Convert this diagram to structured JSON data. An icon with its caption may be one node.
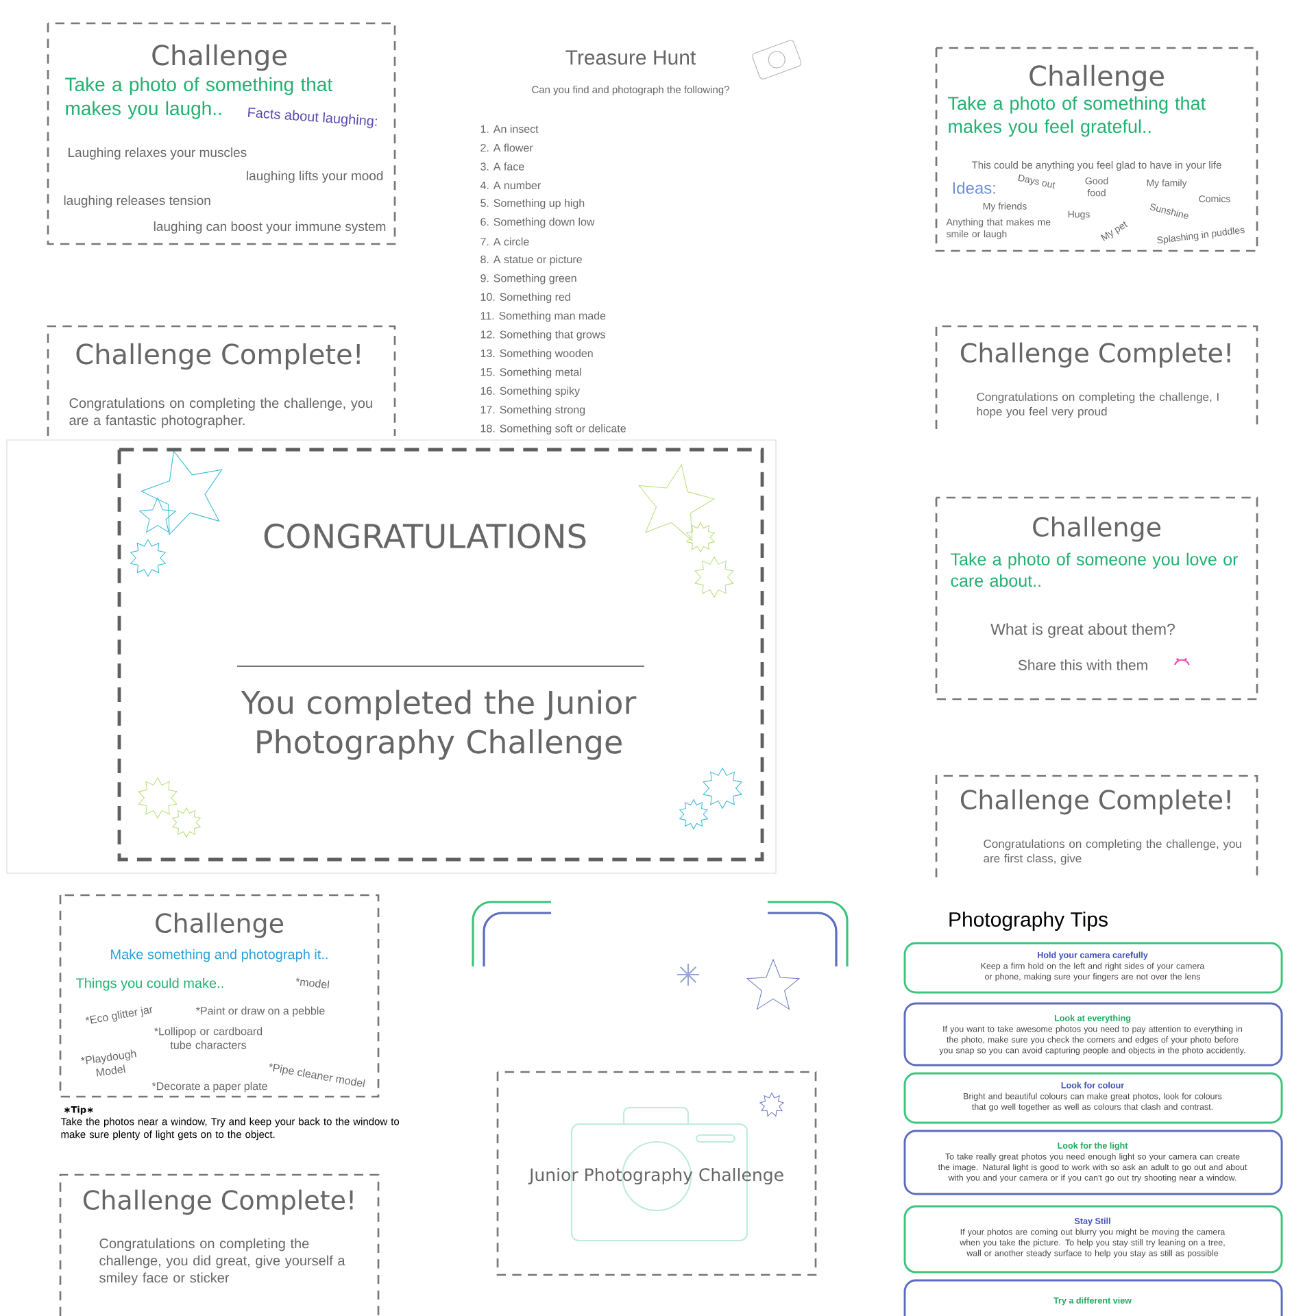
{
  "diagram": {
    "nodes": [
      {
        "text": [
          "Challenge",
          "Take a photo of something that makes you laugh..",
          "Facts about laughing:",
          "Laughing relaxes your muscles",
          "laughing lifts your mood",
          "laughing releases tension",
          "laughing can boost your immune system"
        ]
      },
      {
        "text": [
          "Challenge Complete!",
          "Congratulations on completing the challenge, you are a fantastic photographer."
        ]
      },
      {
        "text": [
          "Challenge",
          "Take a photo of something that makes you feel grateful..",
          "This could be anything you feel glad to have in your life",
          "Ideas:",
          "Days out",
          "Good food",
          "My family",
          "Comics",
          "My friends",
          "Sunshine",
          "Hugs",
          "Anything that makes me smile or laugh",
          "My pet",
          "Splashing in puddles"
        ]
      },
      {
        "text": [
          "Challenge Complete!",
          "Congratulations on completing the challenge, I hope you feel very proud"
        ]
      },
      {
        "text": [
          "Challenge",
          "Take a photo of someone you love or care about..",
          "What is great about them?",
          "Share this with them"
        ]
      },
      {
        "text": [
          "Challenge Complete!",
          "Congratulations on completing the challenge, you are first class, give"
        ]
      },
      {
        "text": [
          "CONGRATULATIONS",
          "You completed the Junior Photography Challenge"
        ]
      },
      {
        "text": [
          "Challenge",
          "Make something and photograph it..",
          "Things you could make..",
          "*model",
          "*Eco glitter jar",
          "*Paint or draw on a pebble",
          "*Lollipop or cardboard tube characters",
          "*Playdough Model",
          "*Pipe cleaner model",
          "*Decorate a paper plate"
        ]
      },
      {
        "text": [
          "Challenge Complete!",
          "Congratulations on completing the challenge, you did great, give yourself a smiley face or sticker"
        ]
      },
      {
        "text": [
          "Junior Photography Challenge"
        ]
      },
      {
        "text": [
          "Hold your camera carefully",
          "Keep a firm hold on the left and right sides of your camera or phone, making sure your fingers are not over the lens"
        ]
      },
      {
        "text": [
          "Look at everything",
          "If you want to take awesome photos you need to pay attention to everything in the photo, make sure you check the corners and edges of your photo before you snap so you can avoid capturing people and objects in the photo accidently."
        ]
      },
      {
        "text": [
          "Look for colour",
          "Bright and beautiful colours can make great photos, look for colours that go well together as well as colours that clash and contrast."
        ]
      },
      {
        "text": [
          "Look for the light",
          "To take really great photos you need enough light so your camera can create the image. Natural light is good to work with so ask an adult to go out and about with you and your camera or if you can't go out try shooting near a window."
        ]
      },
      {
        "text": [
          "Stay Still",
          "If your photos are coming out blurry you might be moving the camera when you take the picture. To help you stay still try leaning on a tree, wall or another steady surface to help you stay as still as possible"
        ]
      },
      {
        "text": [
          "Try a different view"
        ]
      }
    ],
    "labels": [
      "Treasure Hunt",
      "Can you find and photograph the following?",
      "1. An insect",
      "2. A flower",
      "3. A face",
      "4. A number",
      "5. Something up high",
      "6. Something down low",
      "7. A circle",
      "8. A statue or picture",
      "9. Something green",
      "10. Something red",
      "11. Something man made",
      "12. Something that grows",
      "13. Something wooden",
      "15. Something metal",
      "16. Something spiky",
      "17. Something strong",
      "18. Something soft or delicate",
      "∗Tip∗",
      "Take the photos near a window, Try and keep your back to the window to make sure plenty of light gets on to the object.",
      "Photography Tips"
    ]
  }
}
